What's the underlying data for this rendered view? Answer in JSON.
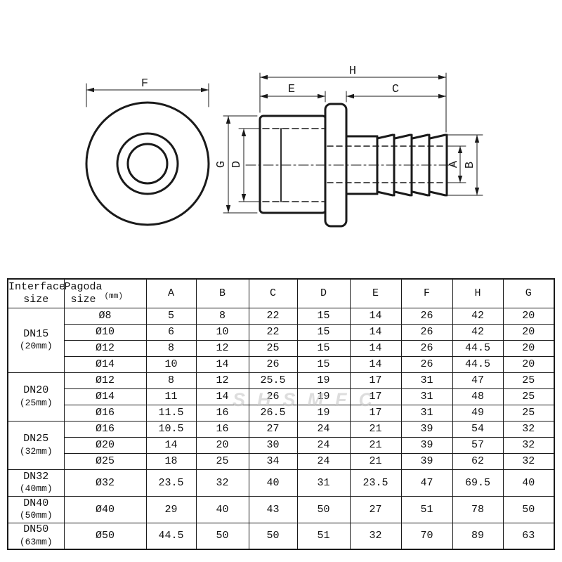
{
  "watermark": "SHSMFC",
  "diagram": {
    "dims": {
      "F": "F",
      "H": "H",
      "E": "E",
      "C": "C",
      "G": "G",
      "D": "D",
      "A": "A",
      "B": "B"
    },
    "line_color": "#1a1a1a"
  },
  "table": {
    "header": {
      "col1_line1": "Interface",
      "col1_line2": "size",
      "col2_line1": "Pagoda",
      "col2_line2": "size",
      "col2_unit": "(mm)",
      "dims": [
        "A",
        "B",
        "C",
        "D",
        "E",
        "F",
        "H",
        "G"
      ]
    },
    "groups": [
      {
        "interface": "DN15",
        "interface_sub": "(20mm)",
        "rows": [
          {
            "pagoda": "Ø8",
            "values": [
              "5",
              "8",
              "22",
              "15",
              "14",
              "26",
              "42",
              "20"
            ]
          },
          {
            "pagoda": "Ø10",
            "values": [
              "6",
              "10",
              "22",
              "15",
              "14",
              "26",
              "42",
              "20"
            ]
          },
          {
            "pagoda": "Ø12",
            "values": [
              "8",
              "12",
              "25",
              "15",
              "14",
              "26",
              "44.5",
              "20"
            ]
          },
          {
            "pagoda": "Ø14",
            "values": [
              "10",
              "14",
              "26",
              "15",
              "14",
              "26",
              "44.5",
              "20"
            ]
          }
        ]
      },
      {
        "interface": "DN20",
        "interface_sub": "(25mm)",
        "rows": [
          {
            "pagoda": "Ø12",
            "values": [
              "8",
              "12",
              "25.5",
              "19",
              "17",
              "31",
              "47",
              "25"
            ]
          },
          {
            "pagoda": "Ø14",
            "values": [
              "11",
              "14",
              "26",
              "19",
              "17",
              "31",
              "48",
              "25"
            ]
          },
          {
            "pagoda": "Ø16",
            "values": [
              "11.5",
              "16",
              "26.5",
              "19",
              "17",
              "31",
              "49",
              "25"
            ]
          }
        ]
      },
      {
        "interface": "DN25",
        "interface_sub": "(32mm)",
        "rows": [
          {
            "pagoda": "Ø16",
            "values": [
              "10.5",
              "16",
              "27",
              "24",
              "21",
              "39",
              "54",
              "32"
            ]
          },
          {
            "pagoda": "Ø20",
            "values": [
              "14",
              "20",
              "30",
              "24",
              "21",
              "39",
              "57",
              "32"
            ]
          },
          {
            "pagoda": "Ø25",
            "values": [
              "18",
              "25",
              "34",
              "24",
              "21",
              "39",
              "62",
              "32"
            ]
          }
        ]
      },
      {
        "interface": "DN32",
        "interface_sub": "(40mm)",
        "rows": [
          {
            "pagoda": "Ø32",
            "values": [
              "23.5",
              "32",
              "40",
              "31",
              "23.5",
              "47",
              "69.5",
              "40"
            ]
          }
        ]
      },
      {
        "interface": "DN40",
        "interface_sub": "(50mm)",
        "rows": [
          {
            "pagoda": "Ø40",
            "values": [
              "29",
              "40",
              "43",
              "50",
              "27",
              "51",
              "78",
              "50"
            ]
          }
        ]
      },
      {
        "interface": "DN50",
        "interface_sub": "(63mm)",
        "rows": [
          {
            "pagoda": "Ø50",
            "values": [
              "44.5",
              "50",
              "50",
              "51",
              "32",
              "70",
              "89",
              "63"
            ]
          }
        ]
      }
    ]
  }
}
